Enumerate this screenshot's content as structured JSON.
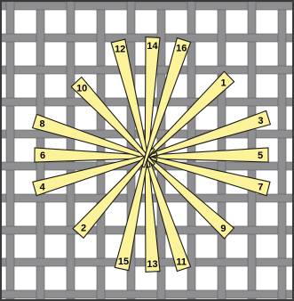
{
  "figure": {
    "description_free": true,
    "colors": {
      "grid_background": "#ffffff",
      "strand": "#8f8f91",
      "strand_edge": "#5e5e60",
      "spoke_fill": "#fbf29a",
      "spoke_stroke": "#1a1a1a",
      "frame": "#3a3a3a"
    },
    "spokes": [
      {
        "label": "1"
      },
      {
        "label": "2"
      },
      {
        "label": "3"
      },
      {
        "label": "4"
      },
      {
        "label": "5"
      },
      {
        "label": "6"
      },
      {
        "label": "7"
      },
      {
        "label": "8"
      },
      {
        "label": "9"
      },
      {
        "label": "10"
      },
      {
        "label": "11"
      },
      {
        "label": "12"
      },
      {
        "label": "13"
      },
      {
        "label": "14"
      },
      {
        "label": "15"
      },
      {
        "label": "16"
      }
    ]
  }
}
